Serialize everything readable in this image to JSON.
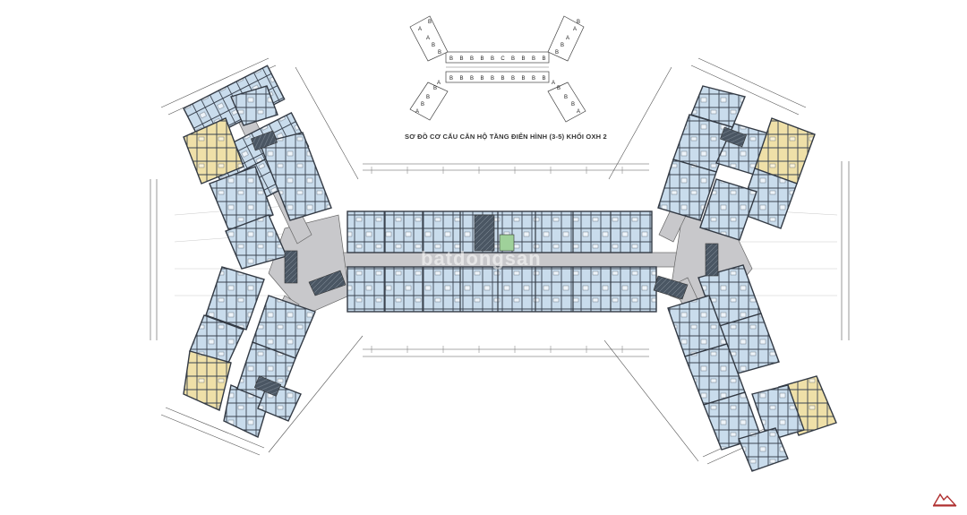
{
  "title": "SƠ ĐỒ CƠ CẤU CĂN HỘ TẦNG ĐIỂN HÌNH (3-5) KHỐI OXH 2",
  "watermark": "batdongsan",
  "key_plan": {
    "left_labels": [
      "A",
      "A",
      "B",
      "B",
      "B",
      "B",
      "B",
      "B",
      "A",
      "A"
    ],
    "center_top_labels": [
      "B",
      "B",
      "B",
      "B",
      "B",
      "C",
      "B",
      "B",
      "B",
      "B"
    ],
    "center_bottom_labels": [
      "B",
      "B",
      "B",
      "B",
      "B",
      "B",
      "B",
      "B",
      "B",
      "B"
    ],
    "right_labels": [
      "A",
      "A",
      "B",
      "B",
      "B",
      "B",
      "B",
      "B",
      "A",
      "A"
    ]
  },
  "colors": {
    "unit_blue": "#c9dcec",
    "unit_yellow": "#efe0a8",
    "corridor_gray": "#c8c8cb",
    "core_dark": "#4a5663",
    "wall": "#333a44"
  }
}
